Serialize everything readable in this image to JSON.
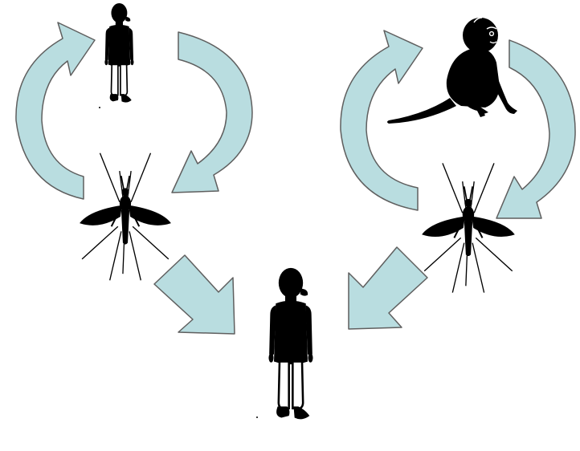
{
  "diagram": {
    "background": "#ffffff",
    "arrow_fill": "#b9dde0",
    "arrow_stroke": "#5f5f5f",
    "silhouette_fill": "#000000",
    "leg_fill": "#ffffff",
    "cycles": [
      {
        "host": "human",
        "vector": "mosquito",
        "flow": "human-to-mosquito-to-human"
      },
      {
        "host": "monkey",
        "vector": "mosquito",
        "flow": "monkey-to-mosquito-to-monkey"
      }
    ],
    "spillover_target": "human"
  }
}
